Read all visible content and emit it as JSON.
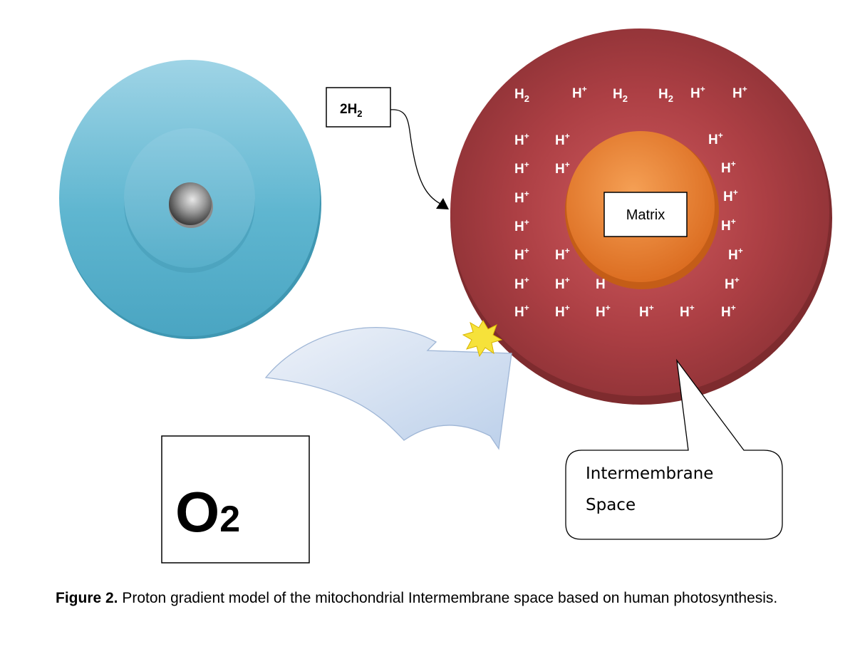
{
  "labels": {
    "hydrogen_box": {
      "main": "2H",
      "sub": "2"
    },
    "matrix": "Matrix",
    "oxygen_box": {
      "main": "O",
      "sub": "2"
    },
    "intermembrane": {
      "line1": "Intermembrane",
      "line2": "Space"
    }
  },
  "symbols": {
    "h_plus": {
      "main": "H",
      "sup": "+"
    },
    "h2": {
      "main": "H",
      "sub": "2"
    },
    "h_plain": "H"
  },
  "caption": {
    "label": "Figure 2.",
    "text": " Proton gradient model of the mitochondrial Intermembrane space based on human photosynthesis."
  },
  "colors": {
    "blue_disc": "#5bb4cf",
    "red_disc": "#9b3a3d",
    "matrix_orange": "#e07a2e",
    "arrow_fill": "#cfdcef",
    "spark": "#f6e23a"
  }
}
